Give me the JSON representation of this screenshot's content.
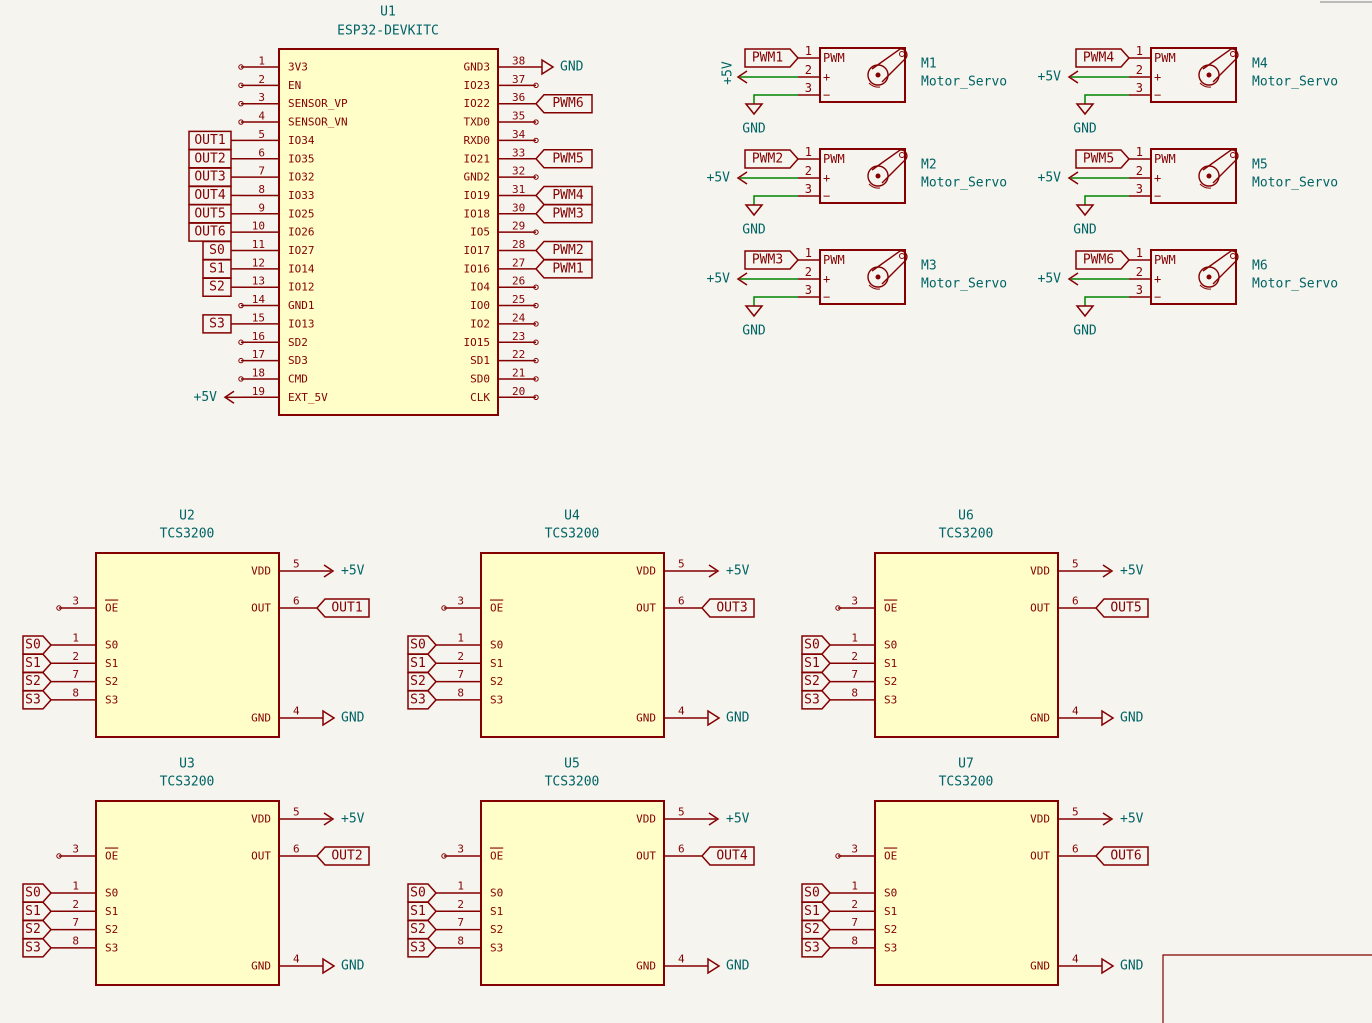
{
  "colors": {
    "background": "#f5f4ef",
    "symbol_body": "#fffdc8",
    "symbol_outline": "#840000",
    "pin_text": "#840000",
    "ref_text": "#006464",
    "wire": "#008400"
  },
  "mcu": {
    "ref": "U1",
    "value": "ESP32-DEVKITC",
    "left_pins": [
      {
        "num": "1",
        "name": "3V3",
        "net": ""
      },
      {
        "num": "2",
        "name": "EN",
        "net": ""
      },
      {
        "num": "3",
        "name": "SENSOR_VP",
        "net": ""
      },
      {
        "num": "4",
        "name": "SENSOR_VN",
        "net": ""
      },
      {
        "num": "5",
        "name": "IO34",
        "net": "OUT1"
      },
      {
        "num": "6",
        "name": "IO35",
        "net": "OUT2"
      },
      {
        "num": "7",
        "name": "IO32",
        "net": "OUT3"
      },
      {
        "num": "8",
        "name": "IO33",
        "net": "OUT4"
      },
      {
        "num": "9",
        "name": "IO25",
        "net": "OUT5"
      },
      {
        "num": "10",
        "name": "IO26",
        "net": "OUT6"
      },
      {
        "num": "11",
        "name": "IO27",
        "net": "S0"
      },
      {
        "num": "12",
        "name": "IO14",
        "net": "S1"
      },
      {
        "num": "13",
        "name": "IO12",
        "net": "S2"
      },
      {
        "num": "14",
        "name": "GND1",
        "net": ""
      },
      {
        "num": "15",
        "name": "IO13",
        "net": "S3"
      },
      {
        "num": "16",
        "name": "SD2",
        "net": ""
      },
      {
        "num": "17",
        "name": "SD3",
        "net": ""
      },
      {
        "num": "18",
        "name": "CMD",
        "net": ""
      },
      {
        "num": "19",
        "name": "EXT_5V",
        "net": "+5V"
      }
    ],
    "right_pins": [
      {
        "num": "38",
        "name": "GND3",
        "net": "GND"
      },
      {
        "num": "37",
        "name": "IO23",
        "net": ""
      },
      {
        "num": "36",
        "name": "IO22",
        "net": "PWM6"
      },
      {
        "num": "35",
        "name": "TXD0",
        "net": ""
      },
      {
        "num": "34",
        "name": "RXD0",
        "net": ""
      },
      {
        "num": "33",
        "name": "IO21",
        "net": "PWM5"
      },
      {
        "num": "32",
        "name": "GND2",
        "net": ""
      },
      {
        "num": "31",
        "name": "IO19",
        "net": "PWM4"
      },
      {
        "num": "30",
        "name": "IO18",
        "net": "PWM3"
      },
      {
        "num": "29",
        "name": "IO5",
        "net": ""
      },
      {
        "num": "28",
        "name": "IO17",
        "net": "PWM2"
      },
      {
        "num": "27",
        "name": "IO16",
        "net": "PWM1"
      },
      {
        "num": "26",
        "name": "IO4",
        "net": ""
      },
      {
        "num": "25",
        "name": "IO0",
        "net": ""
      },
      {
        "num": "24",
        "name": "IO2",
        "net": ""
      },
      {
        "num": "23",
        "name": "IO15",
        "net": ""
      },
      {
        "num": "22",
        "name": "SD1",
        "net": ""
      },
      {
        "num": "21",
        "name": "SD0",
        "net": ""
      },
      {
        "num": "20",
        "name": "CLK",
        "net": ""
      }
    ]
  },
  "servos": [
    {
      "ref": "M1",
      "value": "Motor_Servo",
      "pwm": "PWM1",
      "vcc": "+5V",
      "gnd": "GND",
      "vcc_rotated": true
    },
    {
      "ref": "M4",
      "value": "Motor_Servo",
      "pwm": "PWM4",
      "vcc": "+5V",
      "gnd": "GND",
      "vcc_rotated": false
    },
    {
      "ref": "M2",
      "value": "Motor_Servo",
      "pwm": "PWM2",
      "vcc": "+5V",
      "gnd": "GND",
      "vcc_rotated": false
    },
    {
      "ref": "M5",
      "value": "Motor_Servo",
      "pwm": "PWM5",
      "vcc": "+5V",
      "gnd": "GND",
      "vcc_rotated": false
    },
    {
      "ref": "M3",
      "value": "Motor_Servo",
      "pwm": "PWM3",
      "vcc": "+5V",
      "gnd": "GND",
      "vcc_rotated": false
    },
    {
      "ref": "M6",
      "value": "Motor_Servo",
      "pwm": "PWM6",
      "vcc": "+5V",
      "gnd": "GND",
      "vcc_rotated": false
    }
  ],
  "servo_pins": [
    {
      "num": "1",
      "name": "PWM"
    },
    {
      "num": "2",
      "name": "+"
    },
    {
      "num": "3",
      "name": "−"
    }
  ],
  "sensors": [
    {
      "ref": "U2",
      "value": "TCS3200",
      "out": "OUT1"
    },
    {
      "ref": "U4",
      "value": "TCS3200",
      "out": "OUT3"
    },
    {
      "ref": "U6",
      "value": "TCS3200",
      "out": "OUT5"
    },
    {
      "ref": "U3",
      "value": "TCS3200",
      "out": "OUT2"
    },
    {
      "ref": "U5",
      "value": "TCS3200",
      "out": "OUT4"
    },
    {
      "ref": "U7",
      "value": "TCS3200",
      "out": "OUT6"
    }
  ],
  "sensor_pins": {
    "vdd": {
      "num": "5",
      "name": "VDD",
      "net": "+5V"
    },
    "out": {
      "num": "6",
      "name": "OUT"
    },
    "oe": {
      "num": "3",
      "name": "OE"
    },
    "s0": {
      "num": "1",
      "name": "S0",
      "net": "S0"
    },
    "s1": {
      "num": "2",
      "name": "S1",
      "net": "S1"
    },
    "s2": {
      "num": "7",
      "name": "S2",
      "net": "S2"
    },
    "s3": {
      "num": "8",
      "name": "S3",
      "net": "S3"
    },
    "gnd": {
      "num": "4",
      "name": "GND",
      "net": "GND"
    }
  }
}
